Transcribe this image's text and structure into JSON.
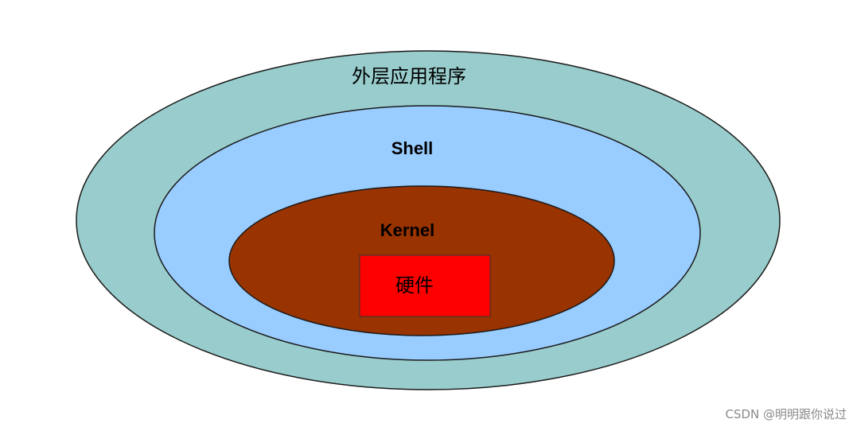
{
  "layers": {
    "outer": {
      "label": "外层应用程序",
      "fill": "#99cccc",
      "stroke": "#1a1a1a"
    },
    "shell": {
      "label": "Shell",
      "fill": "#99ccff",
      "stroke": "#1a1a1a"
    },
    "kernel": {
      "label": "Kernel",
      "fill": "#993300",
      "stroke": "#1a1a1a"
    },
    "hardware": {
      "label": "硬件",
      "fill": "#ff0000",
      "stroke": "#333333"
    }
  },
  "watermark": "CSDN @明明跟你说过"
}
